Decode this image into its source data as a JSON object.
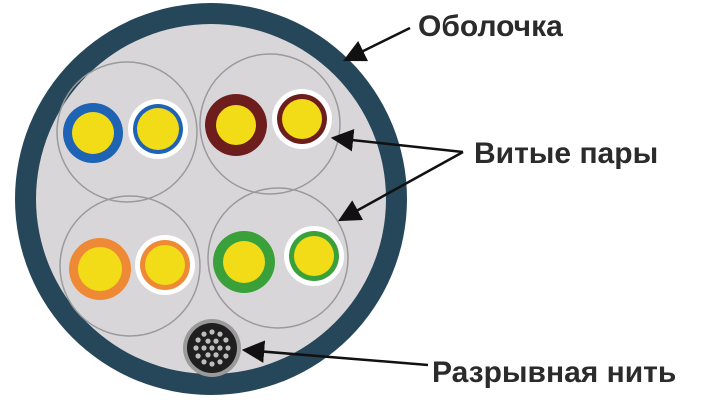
{
  "labels": {
    "sheath": "Оболочка",
    "twisted_pairs": "Витые пары",
    "rip_cord": "Разрывная нить"
  },
  "colors": {
    "sheath": "#26465a",
    "filler": "#d9d6d9",
    "conductor": "#f2dc18",
    "insulation_white": "#ffffff",
    "pair_blue": "#1e63b4",
    "pair_brown": "#6e1d1d",
    "pair_orange": "#ee8a35",
    "pair_green": "#3aa13a",
    "rip_cord_strands": "#2a2a2a",
    "arrow": "#111111"
  },
  "pairs": [
    {
      "name": "blue",
      "color_key": "pair_blue"
    },
    {
      "name": "brown",
      "color_key": "pair_brown"
    },
    {
      "name": "orange",
      "color_key": "pair_orange"
    },
    {
      "name": "green",
      "color_key": "pair_green"
    }
  ]
}
